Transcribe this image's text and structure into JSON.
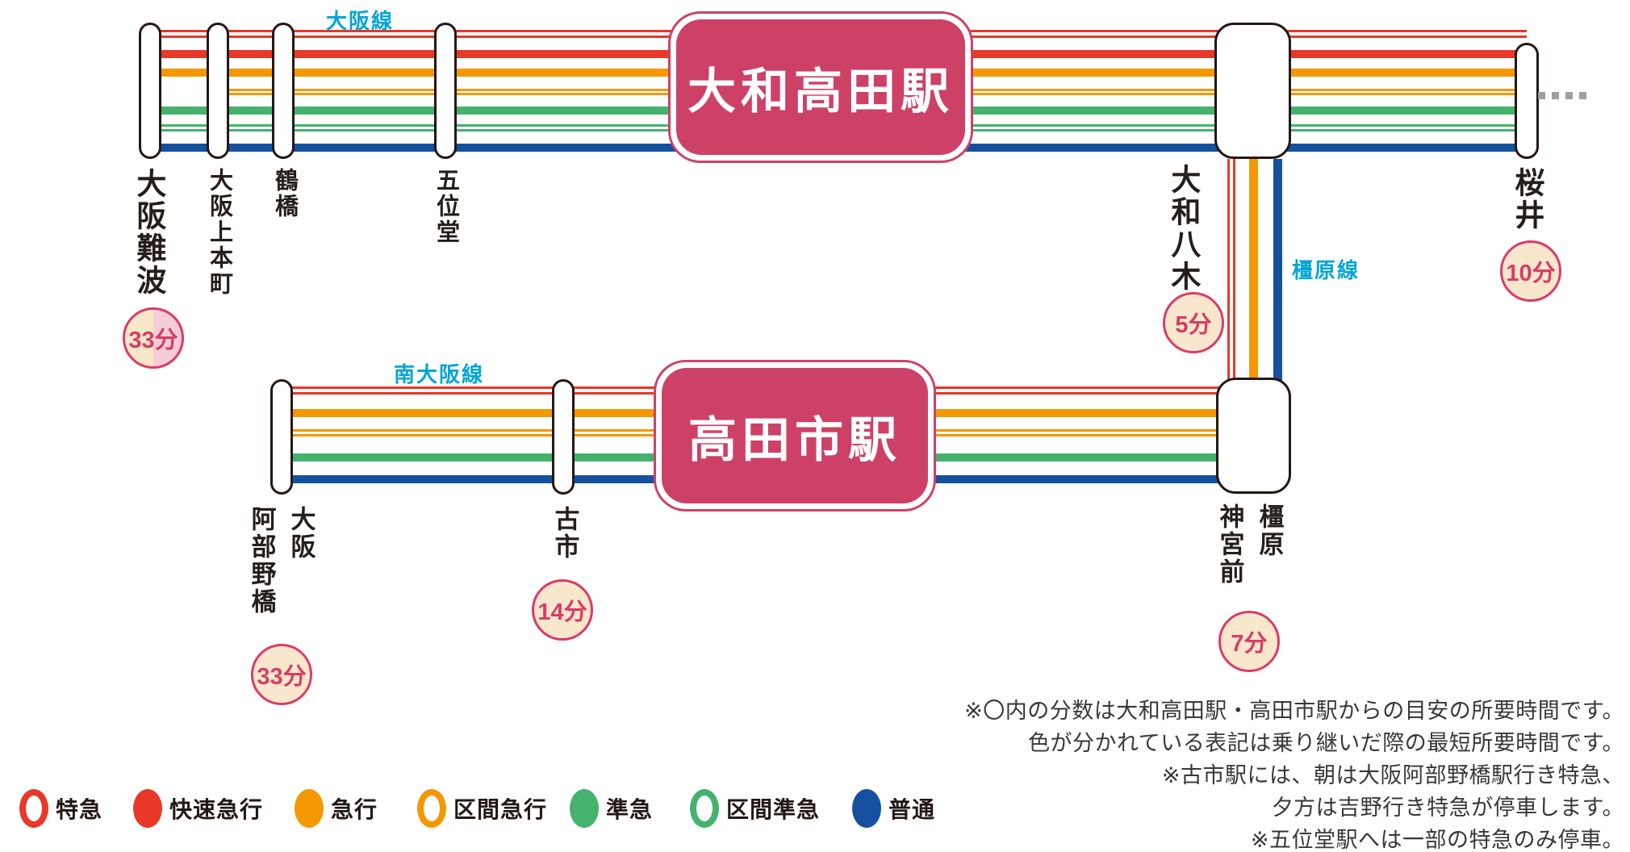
{
  "lines": {
    "osaka": {
      "label": "大阪線"
    },
    "minami_osaka": {
      "label": "南大阪線"
    },
    "kashihara": {
      "label": "橿原線"
    }
  },
  "hubs": {
    "yamato_takada": {
      "name": "大和高田駅"
    },
    "takadashi": {
      "name": "高田市駅"
    }
  },
  "stations": {
    "osaka_namba": {
      "name": "大阪難波",
      "time": "33分"
    },
    "osaka_uehommachi": {
      "name": "大阪上本町"
    },
    "tsuruhashi": {
      "name": "鶴橋"
    },
    "goido": {
      "name": "五位堂"
    },
    "yamato_yagi": {
      "name": "大和八木",
      "time": "5分"
    },
    "sakurai": {
      "name": "桜井",
      "time": "10分"
    },
    "osaka_abenobashi": {
      "name_right_column": "大阪",
      "name_left_column": "阿部野橋",
      "time": "33分"
    },
    "furuichi": {
      "name": "古市",
      "time": "14分"
    },
    "kashiharajingu_mae": {
      "name_right_column": "橿原",
      "name_left_column": "神宮前",
      "time": "7分"
    }
  },
  "legend": [
    {
      "label": "特急",
      "style": "outline",
      "color": "#e83828"
    },
    {
      "label": "快速急行",
      "style": "filled",
      "color": "#e83828"
    },
    {
      "label": "急行",
      "style": "filled",
      "color": "#f39800"
    },
    {
      "label": "区間急行",
      "style": "outline",
      "color": "#f39800"
    },
    {
      "label": "準急",
      "style": "filled",
      "color": "#45b26e"
    },
    {
      "label": "区間準急",
      "style": "outline",
      "color": "#45b26e"
    },
    {
      "label": "普通",
      "style": "filled",
      "color": "#15519e"
    }
  ],
  "notes": [
    "※〇内の分数は大和高田駅・高田市駅からの目安の所要時間です。",
    "色が分かれている表記は乗り継いだ際の最短所要時間です。",
    "※古市駅には、朝は大阪阿部野橋駅行き特急、",
    "夕方は吉野行き特急が停車します。",
    "※五位堂駅へは一部の特急のみ停車。"
  ],
  "colors": {
    "limited_express_red": "#e83828",
    "express_orange": "#f39800",
    "semi_express_green": "#45b26e",
    "local_blue": "#15519e",
    "hub_badge_crimson": "#ce4166",
    "line_label_cyan": "#00a5d5",
    "time_badge_border": "#db3b66",
    "time_badge_fill": "#f9e7cd",
    "time_badge_split_pink": "#f5cdd7",
    "continuation_dash_gray": "#9e9fa0"
  }
}
